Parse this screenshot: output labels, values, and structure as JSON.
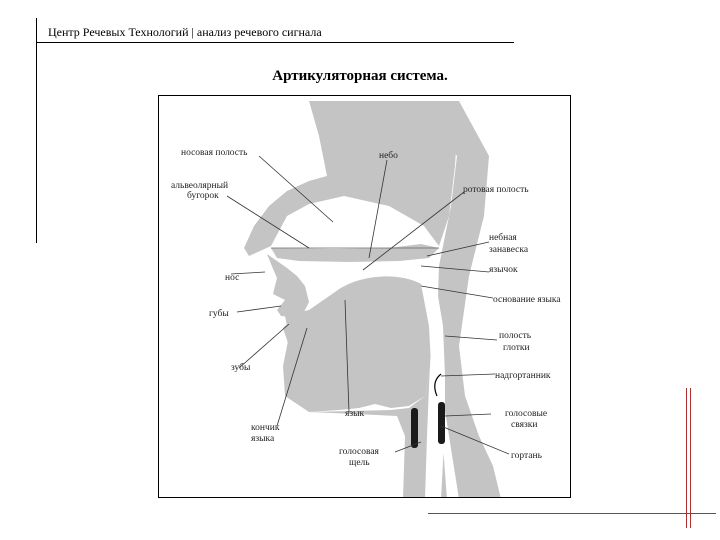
{
  "header": {
    "text": "Центр Речевых Технологий | анализ речевого сигнала"
  },
  "slide": {
    "title": "Артикуляторная система."
  },
  "diagram": {
    "labels": {
      "nasal_cavity": "носовая полость",
      "palate": "небо",
      "alveolar_ridge_1": "альвеолярный",
      "alveolar_ridge_2": "бугорок",
      "oral_cavity": "ротовая полость",
      "velum_1": "небная",
      "velum_2": "занавеска",
      "nose": "нос",
      "uvula": "язычок",
      "tongue_root": "основание языка",
      "lips": "губы",
      "pharynx_1": "полость",
      "pharynx_2": "глотки",
      "teeth": "зубы",
      "epiglottis": "надгортанник",
      "tongue": "язык",
      "vocal_folds_1": "голосовые",
      "vocal_folds_2": "связки",
      "tongue_tip_1": "кончик",
      "tongue_tip_2": "языка",
      "glottis_1": "голосовая",
      "glottis_2": "щель",
      "larynx": "гортань"
    }
  }
}
